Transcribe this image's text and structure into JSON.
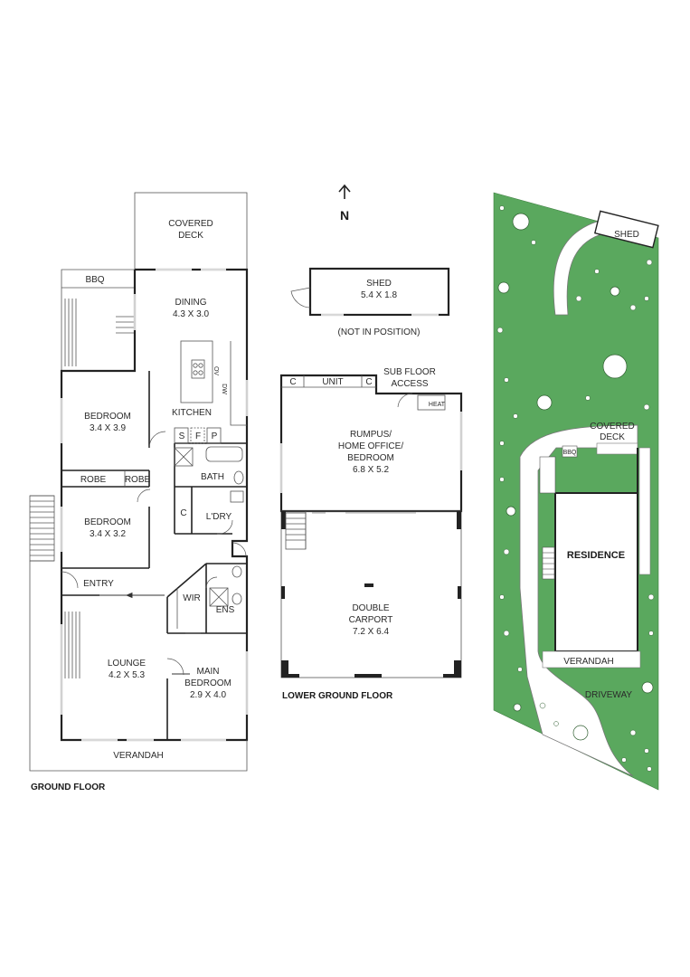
{
  "north": {
    "arrow": "north-arrow-icon",
    "label": "N"
  },
  "ground_floor": {
    "title": "GROUND FLOOR",
    "rooms": {
      "covered_deck": {
        "name": "COVERED",
        "name2": "DECK"
      },
      "bbq": {
        "name": "BBQ"
      },
      "dining": {
        "name": "DINING",
        "dims": "4.3 X 3.0"
      },
      "kitchen": {
        "name": "KITCHEN",
        "ov": "OV",
        "dw": "DW"
      },
      "bedroom1": {
        "name": "BEDROOM",
        "dims": "3.4 X 3.9"
      },
      "robe1": {
        "name": "ROBE"
      },
      "robe2": {
        "name": "ROBE"
      },
      "s": {
        "name": "S"
      },
      "f": {
        "name": "F"
      },
      "p": {
        "name": "P"
      },
      "bath": {
        "name": "BATH"
      },
      "bedroom2": {
        "name": "BEDROOM",
        "dims": "3.4 X 3.2"
      },
      "c": {
        "name": "C"
      },
      "laundry": {
        "name": "L'DRY"
      },
      "entry": {
        "name": "ENTRY"
      },
      "wir": {
        "name": "WIR"
      },
      "ens": {
        "name": "ENS"
      },
      "lounge": {
        "name": "LOUNGE",
        "dims": "4.2 X 5.3"
      },
      "main_bedroom": {
        "name": "MAIN",
        "name2": "BEDROOM",
        "dims": "2.9 X 4.0"
      },
      "verandah": {
        "name": "VERANDAH"
      }
    }
  },
  "shed": {
    "name": "SHED",
    "dims": "5.4 X 1.8",
    "note": "(NOT IN POSITION)"
  },
  "lower_ground_floor": {
    "title": "LOWER GROUND FLOOR",
    "rooms": {
      "c1": {
        "name": "C"
      },
      "unit": {
        "name": "UNIT"
      },
      "c2": {
        "name": "C"
      },
      "sub_floor": {
        "name": "SUB FLOOR",
        "name2": "ACCESS"
      },
      "heat": {
        "name": "HEAT"
      },
      "rumpus": {
        "name": "RUMPUS/",
        "name2": "HOME OFFICE/",
        "name3": "BEDROOM",
        "dims": "6.8 X 5.2"
      },
      "carport": {
        "name": "DOUBLE",
        "name2": "CARPORT",
        "dims": "7.2 X 6.4"
      }
    }
  },
  "site_plan": {
    "shed": "SHED",
    "covered_deck": {
      "name": "COVERED",
      "name2": "DECK"
    },
    "bbq": "BBQ",
    "residence": "RESIDENCE",
    "verandah": "VERANDAH",
    "driveway": "DRIVEWAY"
  },
  "colors": {
    "lawn": "#5aa85e",
    "wall": "#222222"
  }
}
